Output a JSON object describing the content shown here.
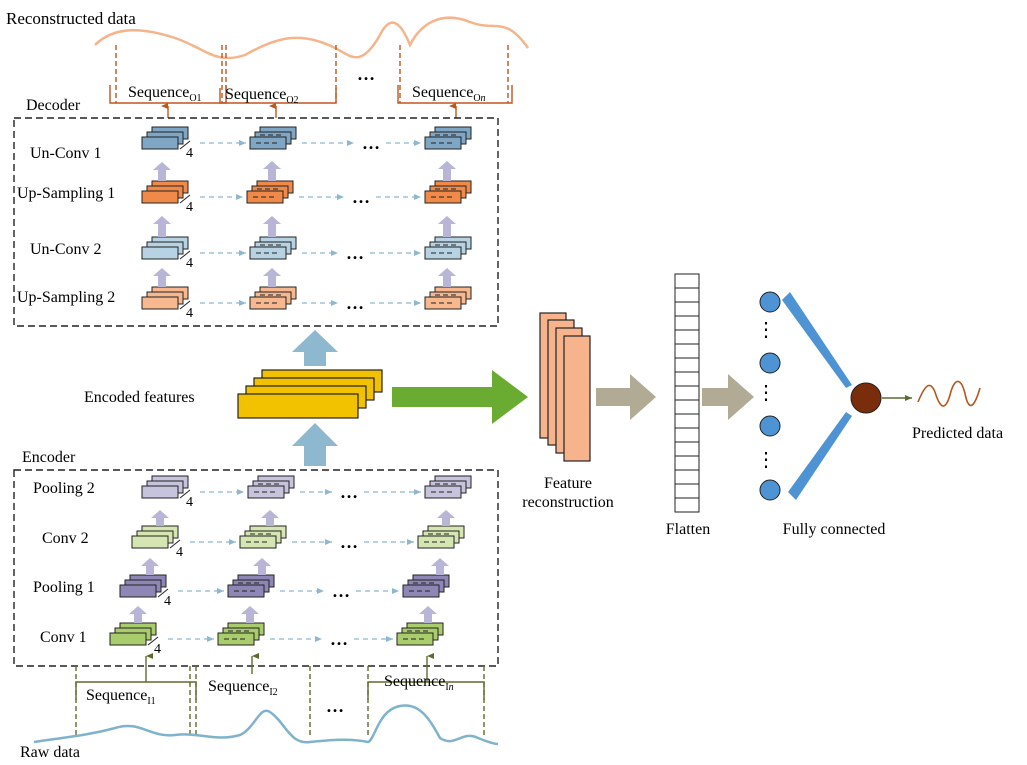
{
  "labels": {
    "reconstructed_data": "Reconstructed data",
    "decoder": "Decoder",
    "encoder": "Encoder",
    "encoded_features": "Encoded features",
    "feature_reconstruction_line1": "Feature",
    "feature_reconstruction_line2": "reconstruction",
    "flatten": "Flatten",
    "fully_connected": "Fully connected",
    "predicted_data": "Predicted data",
    "raw_data": "Raw data",
    "ellipsis": "…",
    "vdots": "⋮",
    "kernel_size": "4"
  },
  "decoder_layers": [
    "Un-Conv 1",
    "Up-Sampling 1",
    "Un-Conv 2",
    "Up-Sampling 2"
  ],
  "encoder_layers": [
    "Pooling 2",
    "Conv 2",
    "Pooling 1",
    "Conv 1"
  ],
  "output_sequences": [
    {
      "base": "Sequence",
      "sub": "O1",
      "sub_italic": ""
    },
    {
      "base": "Sequence",
      "sub": "O2",
      "sub_italic": ""
    },
    {
      "base": "Sequence",
      "sub": "O",
      "sub_italic": "n"
    }
  ],
  "input_sequences": [
    {
      "base": "Sequence",
      "sub": "I1",
      "sub_italic": ""
    },
    {
      "base": "Sequence",
      "sub": "I2",
      "sub_italic": ""
    },
    {
      "base": "Sequence",
      "sub": "I",
      "sub_italic": "n"
    }
  ],
  "colors": {
    "unconv": "#7fa6c4",
    "upsampling": "#f08a4b",
    "unconv2": "#b7d3e3",
    "upsampling2": "#f7b890",
    "pooling2": "#c6c3dc",
    "conv2": "#d6e6b3",
    "pooling1": "#8e86b5",
    "conv1": "#a9cd6c",
    "encoded": "#f2c200",
    "feature_recon": "#f7b38c",
    "arrow_light_blue": "#8db8d0",
    "arrow_green": "#6aab32",
    "arrow_taupe": "#b1aa95",
    "arrow_lavender": "#b9b5d6",
    "node_blue": "#4e94d4",
    "output_node": "#7a2d0b",
    "raw_wave": "#7fb3cc",
    "recon_wave": "#f6b48a",
    "pred_wave": "#b2571f",
    "dash_orange": "#c0551e",
    "dash_green": "#5d6b2e"
  }
}
